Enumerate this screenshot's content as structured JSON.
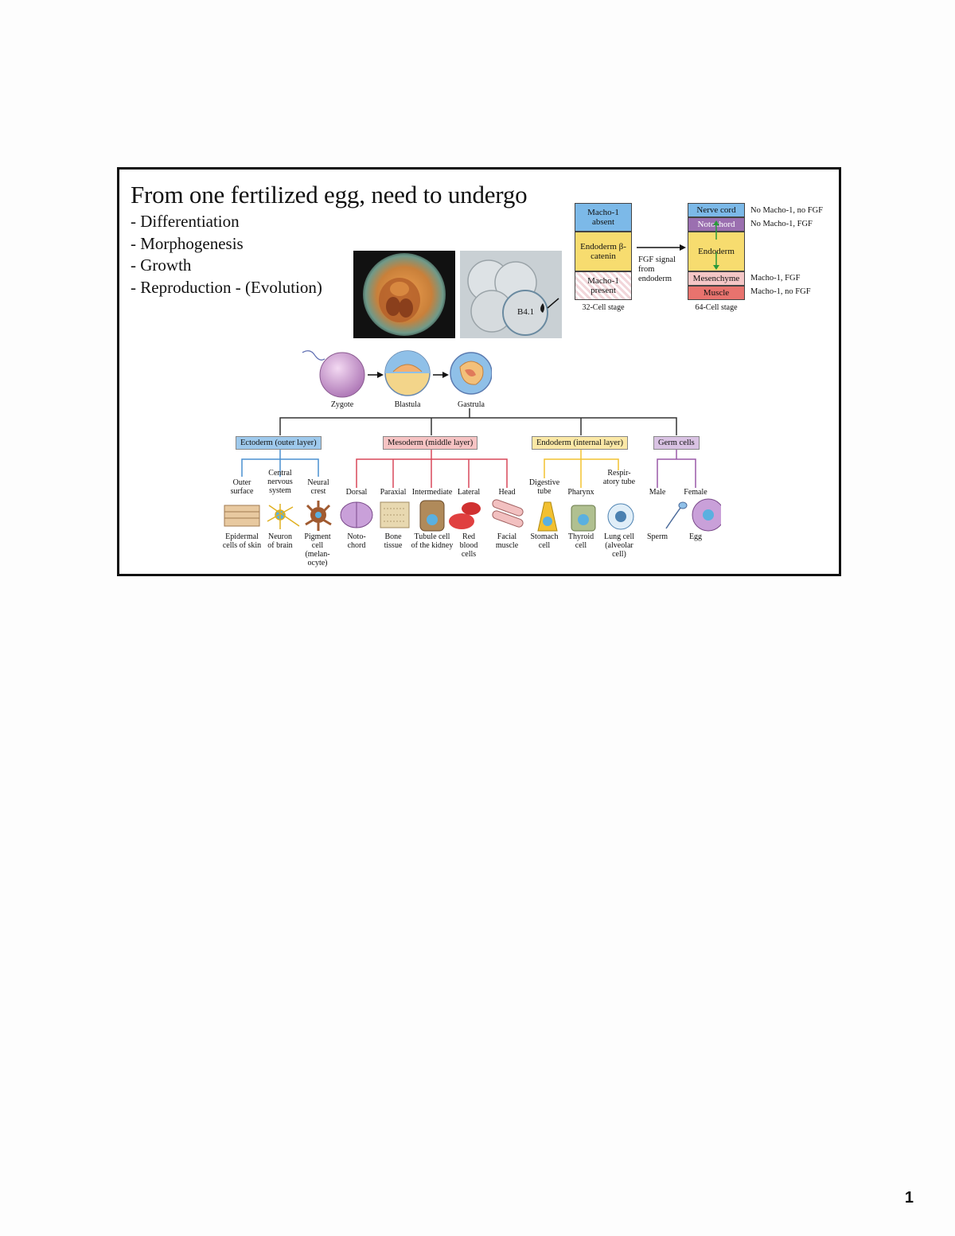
{
  "slide": {
    "title": "From one fertilized egg, need to undergo",
    "bullets": [
      "- Differentiation",
      "- Morphogenesis",
      "- Growth",
      "- Reproduction - (Evolution)"
    ],
    "photo2_label": "B4.1"
  },
  "ascidian": {
    "left_boxes": [
      "Macho-1 absent",
      "Endoderm β-catenin",
      "Macho-1 present"
    ],
    "left_stage": "32-Cell stage",
    "signal": "FGF signal from endoderm",
    "right_boxes": [
      "Nerve cord",
      "Notochord",
      "Endoderm",
      "Mesenchyme",
      "Muscle"
    ],
    "right_stage": "64-Cell stage",
    "right_notes": [
      "No Macho-1, no FGF",
      "No Macho-1, FGF",
      "Macho-1, FGF",
      "Macho-1, no FGF"
    ],
    "colors": {
      "blue": "#7cb9e8",
      "purple": "#9b6fb0",
      "yellow": "#f7dc6f",
      "pink": "#f4c6c6",
      "red": "#e8736e"
    }
  },
  "development": {
    "stages": [
      "Zygote",
      "Blastula",
      "Gastrula"
    ],
    "layers": [
      {
        "name": "Ectoderm (outer layer)",
        "color": "#9ec9ec",
        "branches": [
          "Outer surface",
          "Central nervous system",
          "Neural crest"
        ],
        "cells": [
          "Epidermal cells of skin",
          "Neuron of brain",
          "Pigment cell (melan-ocyte)"
        ]
      },
      {
        "name": "Mesoderm (middle layer)",
        "color": "#f6c3c3",
        "branches": [
          "Dorsal",
          "Paraxial",
          "Intermediate",
          "Lateral",
          "Head"
        ],
        "cells": [
          "Noto-chord",
          "Bone tissue",
          "Tubule cell of the kidney",
          "Red blood cells",
          "Facial muscle"
        ]
      },
      {
        "name": "Endoderm (internal layer)",
        "color": "#fbe8a6",
        "branches": [
          "Digestive tube",
          "Pharynx",
          "Respir-atory tube"
        ],
        "cells": [
          "Stomach cell",
          "Thyroid cell",
          "Lung cell (alveolar cell)"
        ]
      },
      {
        "name": "Germ cells",
        "color": "#d9c2e3",
        "branches": [
          "Male",
          "Female"
        ],
        "cells": [
          "Sperm",
          "Egg"
        ]
      }
    ]
  },
  "page_number": "1"
}
